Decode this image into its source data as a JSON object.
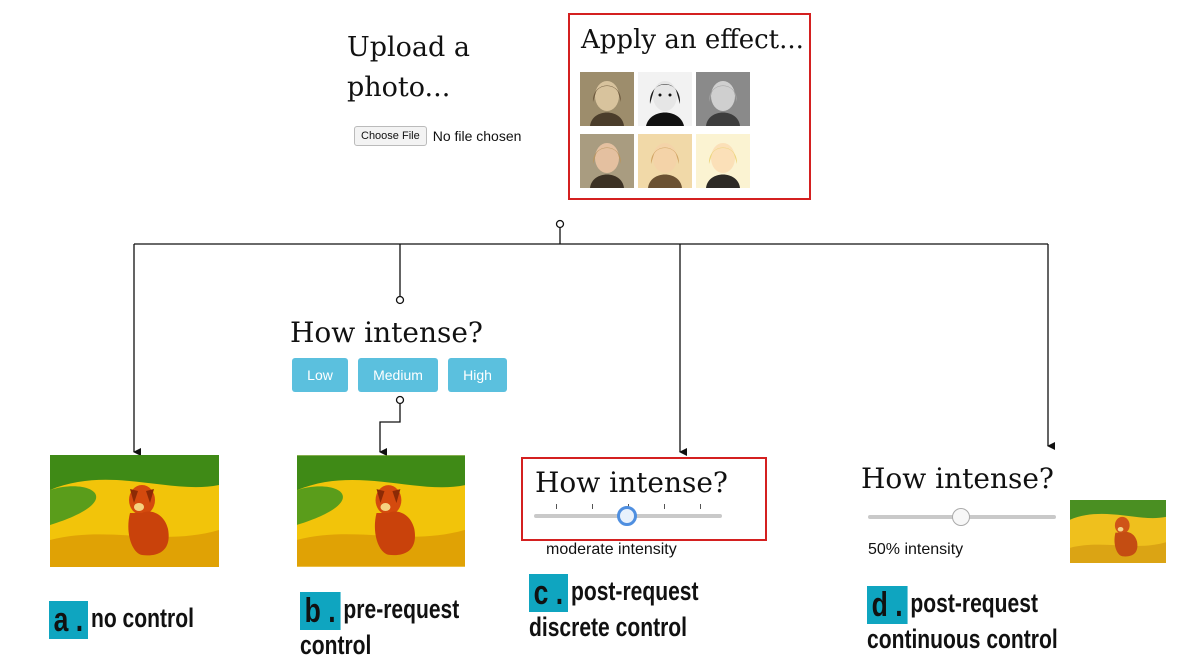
{
  "upload": {
    "title": "Upload a photo...",
    "button_label": "Choose File",
    "file_status": "No file chosen"
  },
  "effects": {
    "title": "Apply an effect...",
    "thumbnails": [
      "effect-thumb-1",
      "effect-thumb-2",
      "effect-thumb-3",
      "effect-thumb-4",
      "effect-thumb-5",
      "effect-thumb-6"
    ]
  },
  "prerequest": {
    "title": "How intense?",
    "buttons": [
      "Low",
      "Medium",
      "High"
    ]
  },
  "discrete": {
    "title": "How intense?",
    "caption": "moderate intensity",
    "tick_count": 5,
    "selected_tick": 3
  },
  "continuous": {
    "title": "How intense?",
    "caption": "50% intensity",
    "value_percent": 50
  },
  "labels": {
    "a_letter": "a .",
    "a_text": "no control",
    "b_letter": "b .",
    "b_text_1": "pre-request",
    "b_text_2": "control",
    "c_letter": "c .",
    "c_text_1": "post-request",
    "c_text_2": "discrete control",
    "d_letter": "d .",
    "d_text_1": "post-request",
    "d_text_2": "continuous control"
  },
  "colors": {
    "highlight_border": "#d42020",
    "badge": "#0fa5c0",
    "button": "#5bc0de"
  }
}
